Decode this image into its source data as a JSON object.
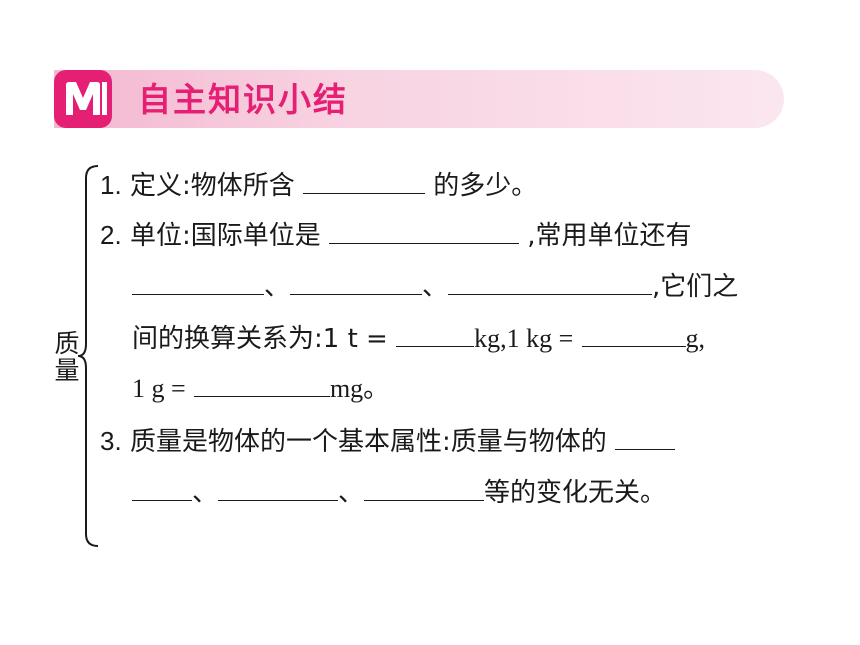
{
  "header": {
    "badge_icon": "m-letter-icon",
    "title": "自主知识小结",
    "accent_color": "#e51f74"
  },
  "side_label": "质量",
  "items": [
    {
      "num": "1.",
      "text_a": "定义:物体所含",
      "text_b": "的多少。"
    },
    {
      "num": "2.",
      "text_a": "单位:国际单位是",
      "text_b": ",常用单位还有",
      "sep1": "、",
      "sep2": "、",
      "text_c": ",它们之",
      "text_d": "间的换算关系为:1 t =",
      "text_e": "kg,1 kg =",
      "text_f": "g,",
      "text_g": "1 g =",
      "text_h": "mg。"
    },
    {
      "num": "3.",
      "text_a": "质量是物体的一个基本属性:质量与物体的",
      "sep1": "、",
      "sep2": "、",
      "text_b": "等的变化无关。"
    }
  ]
}
